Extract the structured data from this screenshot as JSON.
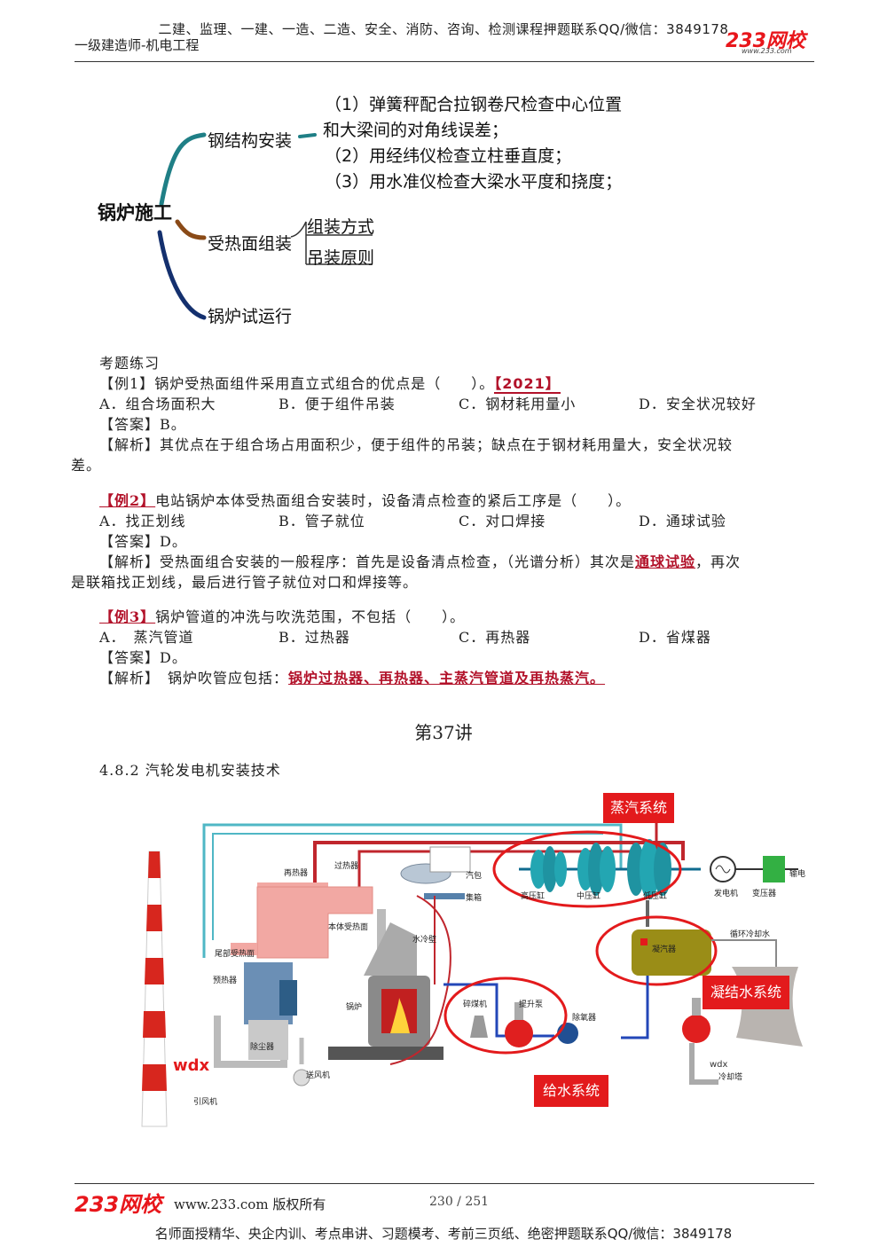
{
  "header": {
    "top_line": "二建、监理、一建、一造、二造、安全、消防、咨询、检测课程押题联系QQ/微信：3849178",
    "subtitle": "一级建造师-机电工程",
    "logo_text": "233网校",
    "logo_url": "www.233.com"
  },
  "mindmap": {
    "root": "锅炉施工",
    "branch1": "钢结构安装",
    "branch1_detail": [
      "（1）弹簧秤配合拉钢卷尺检查中心位置",
      "和大梁间的对角线误差；",
      "（2）用经纬仪检查立柱垂直度；",
      "（3）用水准仪检查大梁水平度和挠度；"
    ],
    "branch2": "受热面组装",
    "branch2_children": [
      "组装方式",
      "吊装原则"
    ],
    "branch3": "锅炉试运行"
  },
  "practice": {
    "heading": "考题练习",
    "q1": {
      "tag": "【例1】",
      "stem": "锅炉受热面组件采用直立式组合的优点是（　　）。",
      "year": "【2021】",
      "options": [
        "A．组合场面积大",
        "B．便于组件吊装",
        "C．钢材耗用量小",
        "D．安全状况较好"
      ],
      "answer_tag": "【答案】",
      "answer": "B。",
      "analysis_tag": "【解析】",
      "analysis_1": "其优点在于组合场占用面积少，便于组件的吊装；缺点在于钢材耗用量大，安全状况较",
      "analysis_2": "差。"
    },
    "q2": {
      "tag": "【例2】",
      "stem": "电站锅炉本体受热面组合安装时，设备清点检查的紧后工序是（　　）。",
      "options": [
        "A．找正划线",
        "B．管子就位",
        "C．对口焊接",
        "D．通球试验"
      ],
      "answer_tag": "【答案】",
      "answer": "D。",
      "analysis_tag": "【解析】",
      "analysis_a": "受热面组合安装的一般程序：首先是设备清点检查，（光谱分析）其次是",
      "analysis_hl": "通球试验",
      "analysis_b": "，再次",
      "analysis_2": "是联箱找正划线，最后进行管子就位对口和焊接等。"
    },
    "q3": {
      "tag": "【例3】",
      "stem": "锅炉管道的冲洗与吹洗范围，不包括（　　）。",
      "options": [
        "A．　蒸汽管道",
        "B．过热器",
        "C．再热器",
        "D．省煤器"
      ],
      "answer_tag": "【答案】",
      "answer": "D。",
      "analysis_tag": "【解析】",
      "analysis_a": "　锅炉吹管应包括：",
      "analysis_hl": "锅炉过热器、再热器、主蒸汽管道及再热蒸汽。"
    }
  },
  "lecture": {
    "title": "第37讲",
    "section": "4.8.2 汽轮发电机安装技术"
  },
  "diagram": {
    "boxes": [
      "蒸汽系统",
      "凝结水系统",
      "给水系统"
    ],
    "labels": {
      "reheater": "再热器",
      "superheater": "过热器",
      "drum": "汽包",
      "header": "集箱",
      "body_heating": "本体受热面",
      "water_wall": "水冷壁",
      "tail_heating": "尾部受热面",
      "preheater": "预热器",
      "boiler": "锅炉",
      "dust": "除尘器",
      "fan_induced": "引风机",
      "fan_forced": "送风机",
      "crusher": "碎煤机",
      "pump": "提升泵",
      "deaerator": "除氧器",
      "hp": "高压缸",
      "ip": "中压缸",
      "lp": "低压缸",
      "generator": "发电机",
      "transformer": "变压器",
      "power_out": "输电",
      "condenser": "凝汽器",
      "cooling_water": "循环冷却水",
      "cooling_tower": "冷却塔"
    },
    "mark_left": "wdx",
    "mark_right": "wdx"
  },
  "footer": {
    "logo_text": "233网校",
    "url": "www.233.com 版权所有",
    "page": "230 / 251",
    "bottom_line": "名师面授精华、央企内训、考点串讲、习题模考、考前三页纸、绝密押题联系QQ/微信：3849178"
  },
  "colors": {
    "accent_red": "#b2122a",
    "box_red": "#e31a1c",
    "teal": "#1f7f86",
    "brown": "#8a4a17",
    "navy": "#14306e"
  }
}
